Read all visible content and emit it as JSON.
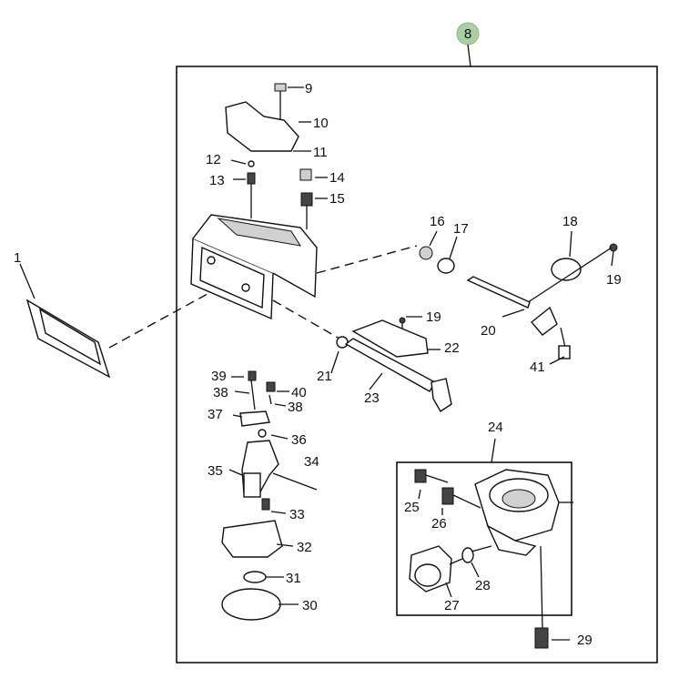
{
  "diagram": {
    "group_badge": {
      "label": "8",
      "color": "#a9cfa3"
    },
    "callouts": {
      "c1": "1",
      "c9": "9",
      "c10": "10",
      "c11": "11",
      "c12": "12",
      "c13": "13",
      "c14": "14",
      "c15": "15",
      "c16": "16",
      "c17": "17",
      "c18": "18",
      "c19a": "19",
      "c19b": "19",
      "c20": "20",
      "c21": "21",
      "c22": "22",
      "c23": "23",
      "c24": "24",
      "c25": "25",
      "c26": "26",
      "c27": "27",
      "c28": "28",
      "c29": "29",
      "c30": "30",
      "c31": "31",
      "c32": "32",
      "c33": "33",
      "c34": "34",
      "c35": "35",
      "c36": "36",
      "c37": "37",
      "c38a": "38",
      "c38b": "38",
      "c39": "39",
      "c40": "40",
      "c41": "41"
    }
  }
}
